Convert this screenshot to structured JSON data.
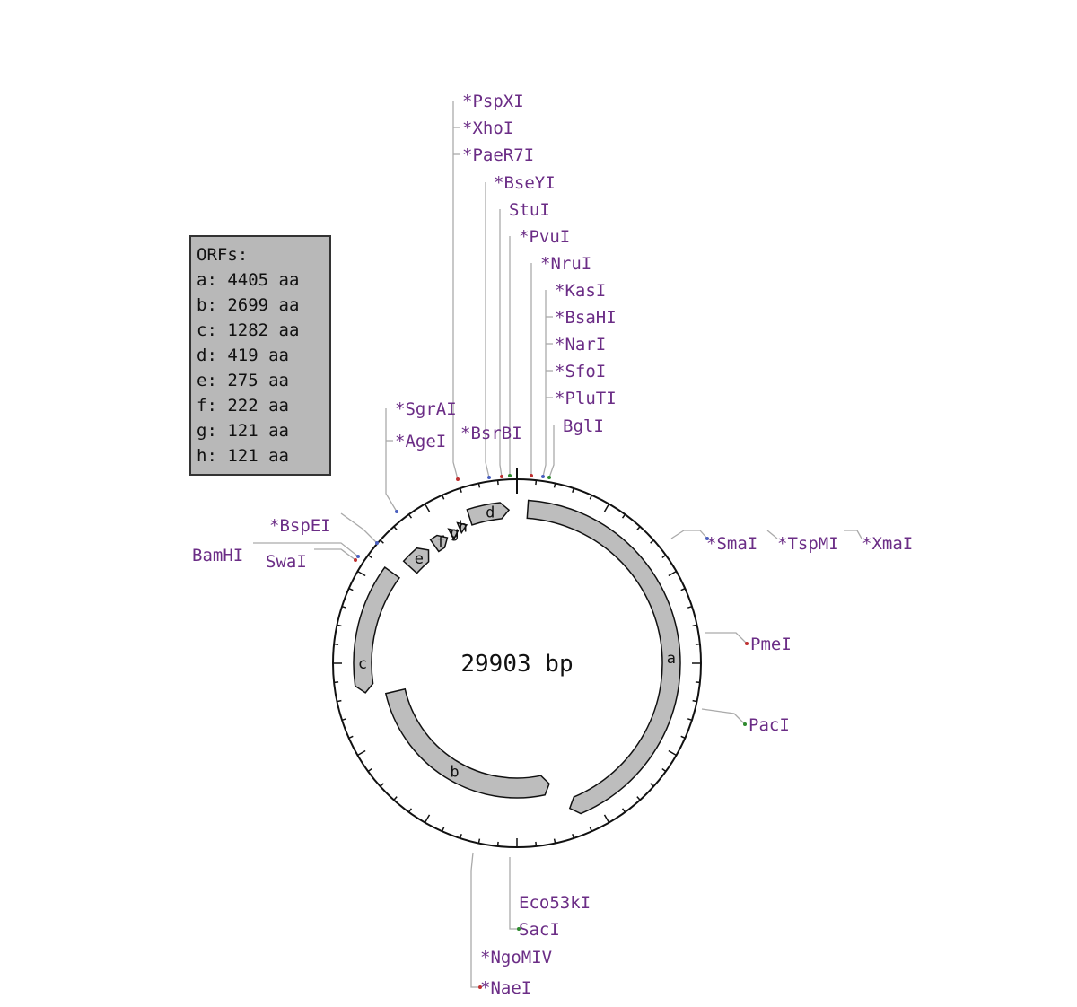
{
  "title": "29903 bp",
  "orf_box": {
    "heading": "ORFs:",
    "items": [
      "a: 4405 aa",
      "b: 2699 aa",
      "c: 1282 aa",
      "d: 419 aa",
      "e: 275 aa",
      "f: 222 aa",
      "g: 121 aa",
      "h: 121 aa"
    ]
  },
  "orfs": [
    "a",
    "b",
    "c",
    "d",
    "e",
    "f",
    "g",
    "h"
  ],
  "enzymes": [
    "*PspXI",
    "*XhoI",
    "*PaeR7I",
    "*BseYI",
    "StuI",
    "*PvuI",
    "*NruI",
    "*KasI",
    "*BsaHI",
    "*NarI",
    "*SfoI",
    "*PluTI",
    "BglI",
    "*SgrAI",
    "*AgeI",
    "*BsrBI",
    "*BspEI",
    "BamHI",
    "SwaI",
    "*SmaI",
    "*TspMI",
    "*XmaI",
    "PmeI",
    "PacI",
    "Eco53kI",
    "SacI",
    "*NgoMIV",
    "*NaeI"
  ],
  "colors": {
    "label": "#6b2d86",
    "orf_fill": "#bdbdbd",
    "blue": "#4a5fc0",
    "red": "#c03030",
    "green": "#2e8a2e"
  }
}
